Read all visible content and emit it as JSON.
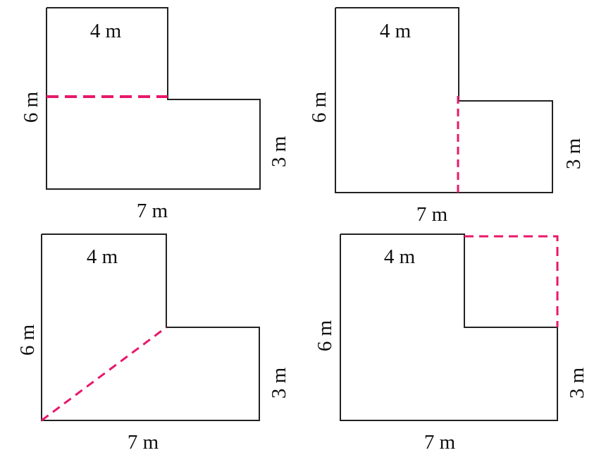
{
  "colors": {
    "outline": "#222222",
    "cut_line": "#e8186a",
    "label": "#111111",
    "background": "#ffffff"
  },
  "figures": [
    {
      "id": "figure-1",
      "labels": {
        "top": "4 m",
        "left": "6 m",
        "right": "3 m",
        "bottom": "7 m"
      },
      "cut": "horizontal"
    },
    {
      "id": "figure-2",
      "labels": {
        "top": "4 m",
        "left": "6 m",
        "right": "3 m",
        "bottom": "7 m"
      },
      "cut": "vertical"
    },
    {
      "id": "figure-3",
      "labels": {
        "top": "4 m",
        "left": "6 m",
        "right": "3 m",
        "bottom": "7 m"
      },
      "cut": "diagonal"
    },
    {
      "id": "figure-4",
      "labels": {
        "top": "4 m",
        "left": "6 m",
        "right": "3 m",
        "bottom": "7 m"
      },
      "cut": "completion"
    }
  ]
}
